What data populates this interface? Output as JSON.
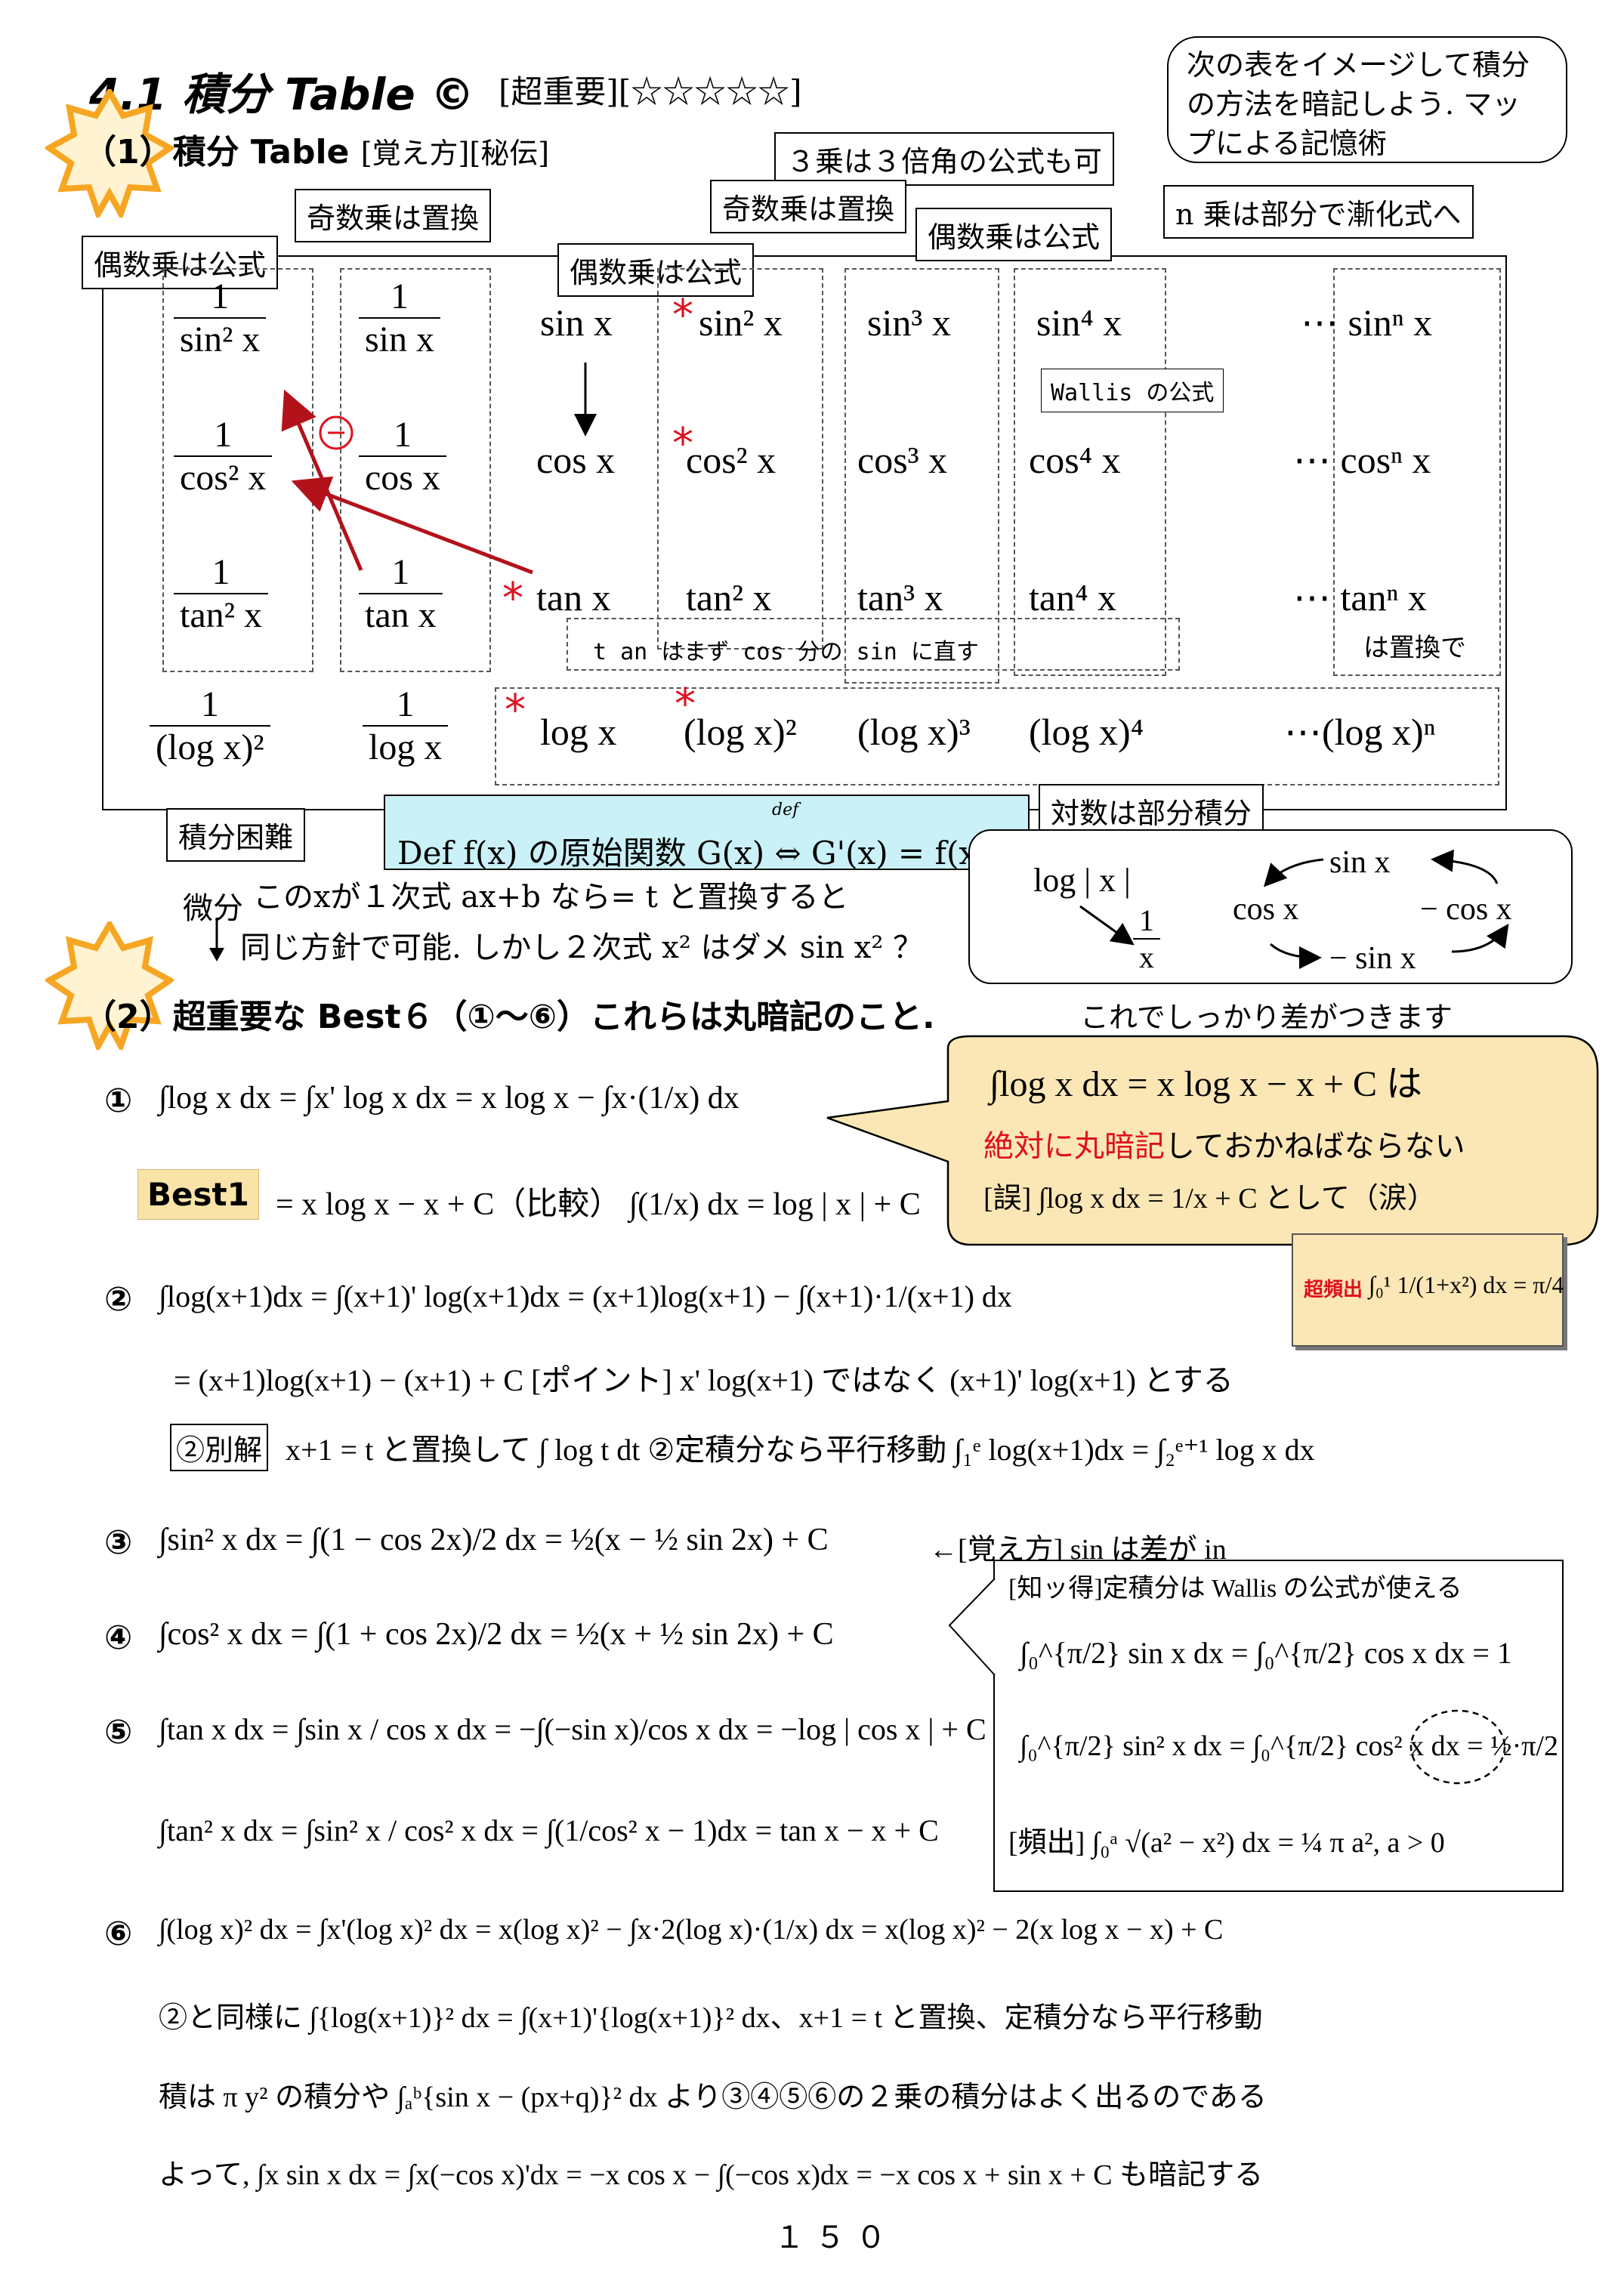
{
  "header": {
    "title": "4.1 積分 Table ©",
    "tags": "[超重要][☆☆☆☆☆]",
    "section1": "（1）積分 Table",
    "section1_tags": "[覚え方][秘伝]",
    "top_note": "次の表をイメージして積分の方法を暗記しよう. マップによる記憶術"
  },
  "callouts": {
    "even_formula_1": "偶数乗は公式",
    "odd_substitute_1": "奇数乗は置換",
    "even_formula_2": "偶数乗は公式",
    "cube_note": "３乗は３倍角の公式も可",
    "odd_substitute_2": "奇数乗は置換",
    "even_formula_3": "偶数乗は公式",
    "n_power": "n 乗は部分で漸化式へ",
    "wallis": "Wallis の公式",
    "tan_note": "t an はまず cos 分の sin に直す",
    "tan_n_note": "は置換で",
    "hard": "積分困難",
    "log_part": "対数は部分積分",
    "minus_mark": "－"
  },
  "table": {
    "col1": [
      {
        "num": "1",
        "den": "sin² x"
      },
      {
        "num": "1",
        "den": "cos² x"
      },
      {
        "num": "1",
        "den": "tan² x"
      },
      {
        "num": "1",
        "den": "(log x)²"
      }
    ],
    "col2": [
      {
        "num": "1",
        "den": "sin x"
      },
      {
        "num": "1",
        "den": "cos x"
      },
      {
        "num": "1",
        "den": "tan x"
      },
      {
        "num": "1",
        "den": "log x"
      }
    ],
    "sin_row": [
      "sin x",
      "sin² x",
      "sin³ x",
      "sin⁴ x",
      "⋯ sinⁿ x"
    ],
    "cos_row": [
      "cos x",
      "cos² x",
      "cos³ x",
      "cos⁴ x",
      "⋯ cosⁿ x"
    ],
    "tan_row": [
      "tan x",
      "tan² x",
      "tan³ x",
      "tan⁴ x",
      "⋯ tanⁿ x"
    ],
    "log_row": [
      "log x",
      "(log x)²",
      "(log x)³",
      "(log x)⁴",
      "⋯(log x)ⁿ"
    ]
  },
  "definition": {
    "def_label": "def",
    "text": "Def f(x) の原始関数 G(x) ⇔ G'(x) = f(x)"
  },
  "diff_note": {
    "label": "微分",
    "line1": "このxが１次式 ax+b なら= t と置換すると",
    "line2": "同じ方針で可能. しかし２次式 x² はダメ sin x² ？"
  },
  "cycle": {
    "log": "log | x |",
    "inv_num": "1",
    "inv_den": "x",
    "sin": "sin x",
    "cos": "cos x",
    "neg_cos": "− cos x",
    "neg_sin": "− sin x"
  },
  "section2": {
    "title": "（2）超重要な Best６（①〜⑥）これらは丸暗記のこと.",
    "subtitle": "これでしっかり差がつきます"
  },
  "formulas": {
    "f1_label": "①",
    "f1_line1": "∫log x dx = ∫x' log x dx = x log x − ∫x·(1/x) dx",
    "best1": "Best1",
    "f1_line2": "= x log x − x + C（比較） ∫(1/x) dx = log | x | + C",
    "bubble_line1": "∫log x dx = x log x − x + C は",
    "bubble_red": "絶対に丸暗記",
    "bubble_line2": "しておかねばならない",
    "bubble_line3": "[誤] ∫log x dx = 1/x + C として（涙）",
    "freq_label": "超頻出",
    "freq_formula": "∫₀¹ 1/(1+x²) dx = π/4",
    "f2_label": "②",
    "f2_line1": "∫log(x+1)dx = ∫(x+1)' log(x+1)dx = (x+1)log(x+1) − ∫(x+1)·1/(x+1) dx",
    "f2_line2": "= (x+1)log(x+1) − (x+1) + C   [ポイント] x' log(x+1) ではなく (x+1)' log(x+1) とする",
    "f2_alt_label": "②別解",
    "f2_line3": "x+1 = t と置換して ∫ log t dt   ②定積分なら平行移動 ∫₁ᵉ log(x+1)dx = ∫₂ᵉ⁺¹ log x dx",
    "f3_label": "③",
    "f3": "∫sin² x dx = ∫(1 − cos 2x)/2 dx = ½(x − ½ sin 2x) + C",
    "f3_note": "←[覚え方]  sin は差が in",
    "f4_label": "④",
    "f4": "∫cos² x dx = ∫(1 + cos 2x)/2 dx = ½(x + ½ sin 2x) + C",
    "f5_label": "⑤",
    "f5": "∫tan x dx = ∫sin x / cos x dx = −∫(−sin x)/cos x dx = −log | cos x | + C",
    "f5b": "∫tan² x dx = ∫sin² x / cos² x dx = ∫(1/cos² x − 1)dx = tan x − x + C",
    "wallis_title": "[知ッ得]定積分は Wallis の公式が使える",
    "wallis_1": "∫₀^{π/2} sin x dx = ∫₀^{π/2} cos x dx = 1",
    "wallis_2": "∫₀^{π/2} sin² x dx = ∫₀^{π/2} cos² x dx = ½·π/2",
    "wallis_3": "[頻出] ∫₀ᵃ √(a² − x²) dx = ¼ π a², a > 0",
    "f6_label": "⑥",
    "f6": "∫(log x)² dx = ∫x'(log x)² dx = x(log x)² − ∫x·2(log x)·(1/x) dx = x(log x)² − 2(x log x − x) + C",
    "f6_line2": "②と同様に ∫{log(x+1)}² dx = ∫(x+1)'{log(x+1)}² dx、x+1 = t と置換、定積分なら平行移動",
    "f6_line3": "積は π y² の積分や ∫ₐᵇ{sin x − (px+q)}² dx より③④⑤⑥の２乗の積分はよく出るのである",
    "f6_line4": "よって, ∫x sin x dx = ∫x(−cos x)'dx = −x cos x − ∫(−cos x)dx = −x cos x + sin x + C も暗記する"
  },
  "page_number": "１５０",
  "colors": {
    "red": "#e0101e",
    "badge_orange": "#f6a623",
    "bubble_bg": "#fbe7b5",
    "def_bg": "#c9f1f7",
    "best_bg": "#f9e3a8"
  }
}
